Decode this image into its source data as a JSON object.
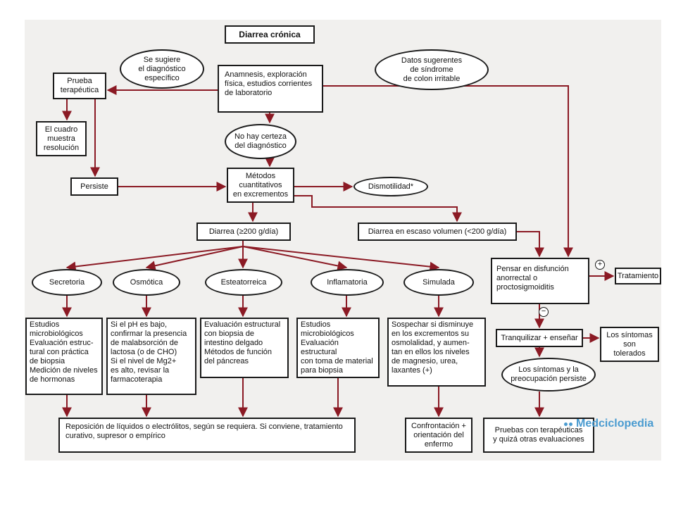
{
  "colors": {
    "arrow": "#8b1a24",
    "border": "#1a1a1a",
    "background": "#f1f0ee",
    "watermark": "#4a9bd0"
  },
  "nodes": {
    "diarrea_cronica": "Diarrea crónica",
    "sugiere": "Se sugiere\nel diagnóstico\nespecífico",
    "datos_colon": "Datos sugerentes\nde síndrome\nde colon irritable",
    "anamnesis": "Anamnesis, exploración\nfísica, estudios corrientes\nde laboratorio",
    "prueba": "Prueba\nterapéutica",
    "cuadro": "El cuadro\nmuestra\nresolución",
    "no_certeza": "No hay certeza\ndel diagnóstico",
    "persiste": "Persiste",
    "metodos": "Métodos\ncuantitativos\nen excrementos",
    "dismotilidad": "Dismotilidad*",
    "diarrea_200": "Diarrea (≥200 g/día)",
    "diarrea_escaso": "Diarrea en escaso volumen (<200 g/día)",
    "secretoria": "Secretoria",
    "osmotica": "Osmótica",
    "esteatorreica": "Esteatorreica",
    "inflamatoria": "Inflamatoria",
    "simulada": "Simulada",
    "pensar": "Pensar en disfunción\nanorrectal o\nproctosigmoiditis",
    "tratamiento": "Tratamiento",
    "est_secretoria": "Estudios\n microbiológicos\nEvaluación estruc-\n tural con práctica\n de biopsia\nMedición de niveles\n de hormonas",
    "est_osmotica": "Si el pH es bajo,\n confirmar la presencia\n de malabsorción de\n lactosa (o de CHO)\nSi el nivel de Mg2+\n es alto, revisar la\n farmacoterapia",
    "est_esteatorreica": "Evaluación estructural\ncon biopsia de\nintestino delgado\nMétodos de función\ndel páncreas",
    "est_inflamatoria": "Estudios\n microbiológicos\nEvaluación estructural\n con toma de material\n para biopsia",
    "est_simulada": "Sospechar si disminuye\nen los excrementos su\nosmolalidad, y aumen-\ntan en ellos los niveles\nde magnesio, urea,\nlaxantes (+)",
    "tranquilizar": "Tranquilizar + enseñar",
    "tolerados": "Los síntomas\nson\ntolerados",
    "sintomas_persiste": "Los síntomas y la\npreocupación persiste",
    "reposicion": "Reposición de líquidos o electrólitos, según se requiera. Si conviene, tratamiento\ncurativo, supresor o empírico",
    "confrontacion": "Confrontación +\norientación del\nenfermo",
    "pruebas": "Pruebas con terapéuticas\ny quizá otras evaluaciones"
  },
  "signs": {
    "plus": "+",
    "minus": "−"
  },
  "watermark": {
    "text": "Medciclopedia"
  }
}
